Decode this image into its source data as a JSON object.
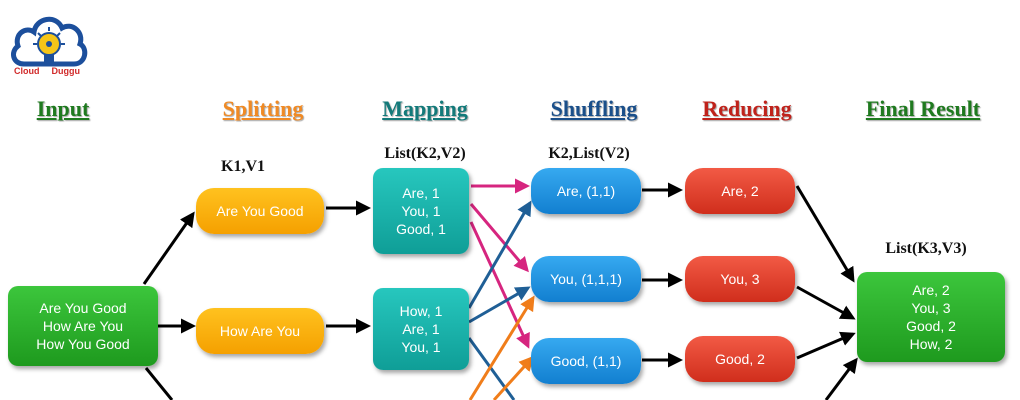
{
  "logo": {
    "text_left": "Cloud",
    "text_right": "Duggu"
  },
  "headers": {
    "input": "Input",
    "splitting": "Splitting",
    "mapping": "Mapping",
    "shuffling": "Shuffling",
    "reducing": "Reducing",
    "final": "Final Result"
  },
  "sublabels": {
    "splitting": "K1,V1",
    "mapping": "List(K2,V2)",
    "shuffling": "K2,List(V2)",
    "final": "List(K3,V3)"
  },
  "nodes": {
    "input": [
      "Are You Good",
      "How Are You",
      "How You Good"
    ],
    "split1": [
      "Are You Good"
    ],
    "split2": [
      "How Are You"
    ],
    "map1": [
      "Are, 1",
      "You, 1",
      "Good, 1"
    ],
    "map2": [
      "How, 1",
      "Are, 1",
      "You, 1"
    ],
    "shuffle1": [
      "Are, (1,1)"
    ],
    "shuffle2": [
      "You, (1,1,1)"
    ],
    "shuffle3": [
      "Good, (1,1)"
    ],
    "reduce1": [
      "Are, 2"
    ],
    "reduce2": [
      "You, 3"
    ],
    "reduce3": [
      "Good, 2"
    ],
    "final": [
      "Are, 2",
      "You, 3",
      "Good, 2",
      "How, 2"
    ]
  },
  "colors": {
    "input_header": "#1f7a1f",
    "splitting_header": "#f08a24",
    "mapping_header": "#137a7a",
    "shuffling_header": "#1a4f8a",
    "reducing_header": "#c0221b",
    "final_header": "#1f7a1f",
    "arrow_black": "#000000",
    "arrow_pink": "#d6257f",
    "arrow_navy": "#1f5f96",
    "arrow_orange": "#f07d1a"
  }
}
